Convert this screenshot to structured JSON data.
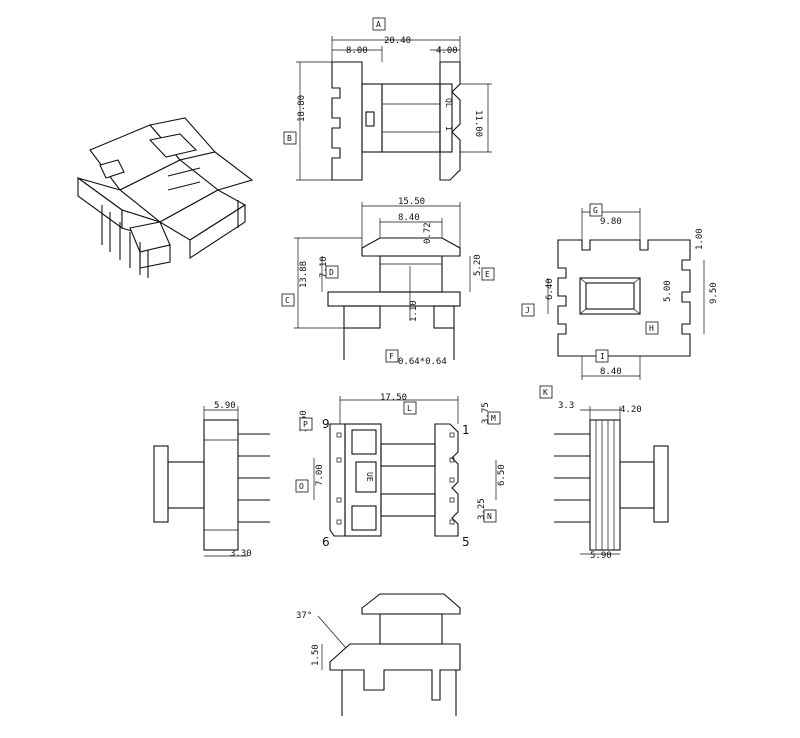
{
  "dimensions": {
    "top_width": "20.40",
    "top_left": "8.00",
    "top_right": "4.00",
    "top_height": "18.80",
    "top_window": "11.00",
    "front_width": "15.50",
    "front_inner": "8.40",
    "front_flange": "0.72",
    "front_total_h": "13.88",
    "front_upper_h": "7.10",
    "front_right_h": "5.20",
    "front_core": "1.10",
    "pin_size": "0.64*0.64",
    "side_top": "9.80",
    "side_h1": "1.00",
    "side_left": "6.40",
    "side_core": "5.00",
    "side_right": "9.50",
    "side_bottom": "8.40",
    "left_top": "5.90",
    "left_bottom": "3.30",
    "bottom_width": "17.50",
    "bottom_top": "3.50",
    "bottom_left": "7.00",
    "bottom_r1": "3.75",
    "bottom_r2": "6.50",
    "bottom_r3": "3.25",
    "right_a": "3.3",
    "right_b": "4.20",
    "right_bottom": "5.90",
    "angle": "37°",
    "lower_h": "1.50"
  },
  "letters": {
    "A": "A",
    "B": "B",
    "C": "C",
    "D": "D",
    "E": "E",
    "F": "F",
    "G": "G",
    "H": "H",
    "I": "I",
    "J": "J",
    "K": "K",
    "L": "L",
    "M": "M",
    "N": "N",
    "O": "O",
    "P": "P"
  },
  "pins": {
    "p9": "9",
    "p1": "1",
    "p6": "6",
    "p5": "5"
  },
  "marks": {
    "top_logo": "QL",
    "top_pin1": "1",
    "bottom_logo": "UE"
  }
}
